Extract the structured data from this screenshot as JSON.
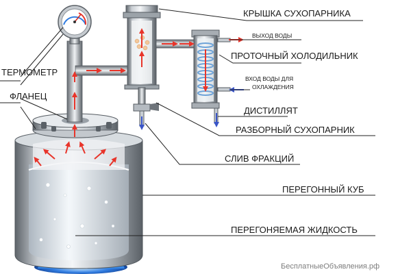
{
  "labels": {
    "dry_steamer_lid": "КРЫШКА СУХОПАРНИКА",
    "water_out": "ВЫХОД ВОДЫ",
    "flow_cooler": "ПРОТОЧНЫЙ ХОЛОДИЛЬНИК",
    "water_in_line1": "ВХОД ВОДЫ ДЛЯ",
    "water_in_line2": "ОХЛАЖДЕНИЯ",
    "thermometer": "ТЕРМОМЕТР",
    "flange": "ФЛАНЕЦ",
    "distillate": "ДИСТИЛЛЯТ",
    "dismountable_steamer": "РАЗБОРНЫЙ СУХОПАРНИК",
    "fraction_drain": "СЛИВ ФРАКЦИЙ",
    "still_pot": "ПЕРЕГОННЫЙ КУБ",
    "liquid": "ПЕРЕГОНЯЕМАЯ ЖИДКОСТЬ"
  },
  "watermark": "БесплатныеОбъявления.рф",
  "colors": {
    "steel_dark": "#6f757b",
    "steel_light": "#e9ecef",
    "vapor_arrow": "#e8342a",
    "water_arrow": "#3a55c8",
    "flame": "#2f7be0",
    "leader": "#222222"
  }
}
